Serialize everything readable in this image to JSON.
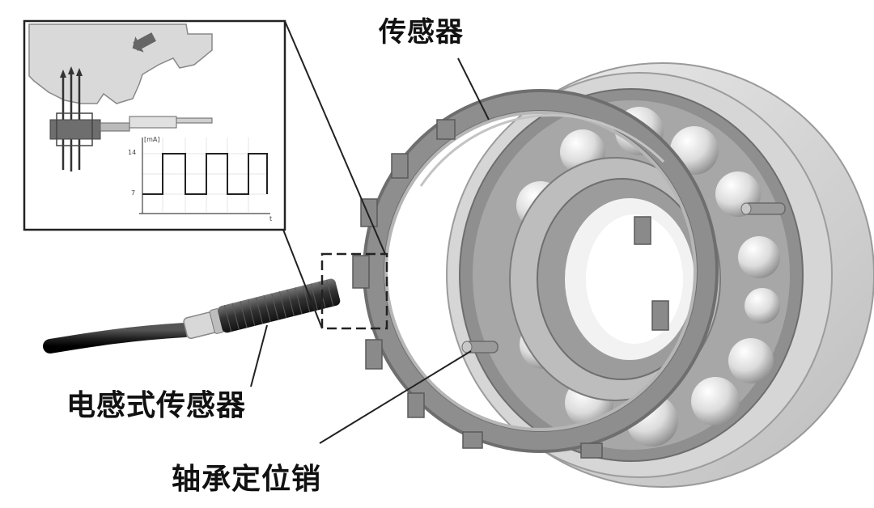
{
  "labels": {
    "sensor": "传感器",
    "inductive_sensor": "电感式传感器",
    "bearing_pin": "轴承定位销"
  },
  "inset_graph": {
    "y_unit": "[mA]",
    "y_high": "14",
    "y_low": "7",
    "x_axis": "t"
  }
}
